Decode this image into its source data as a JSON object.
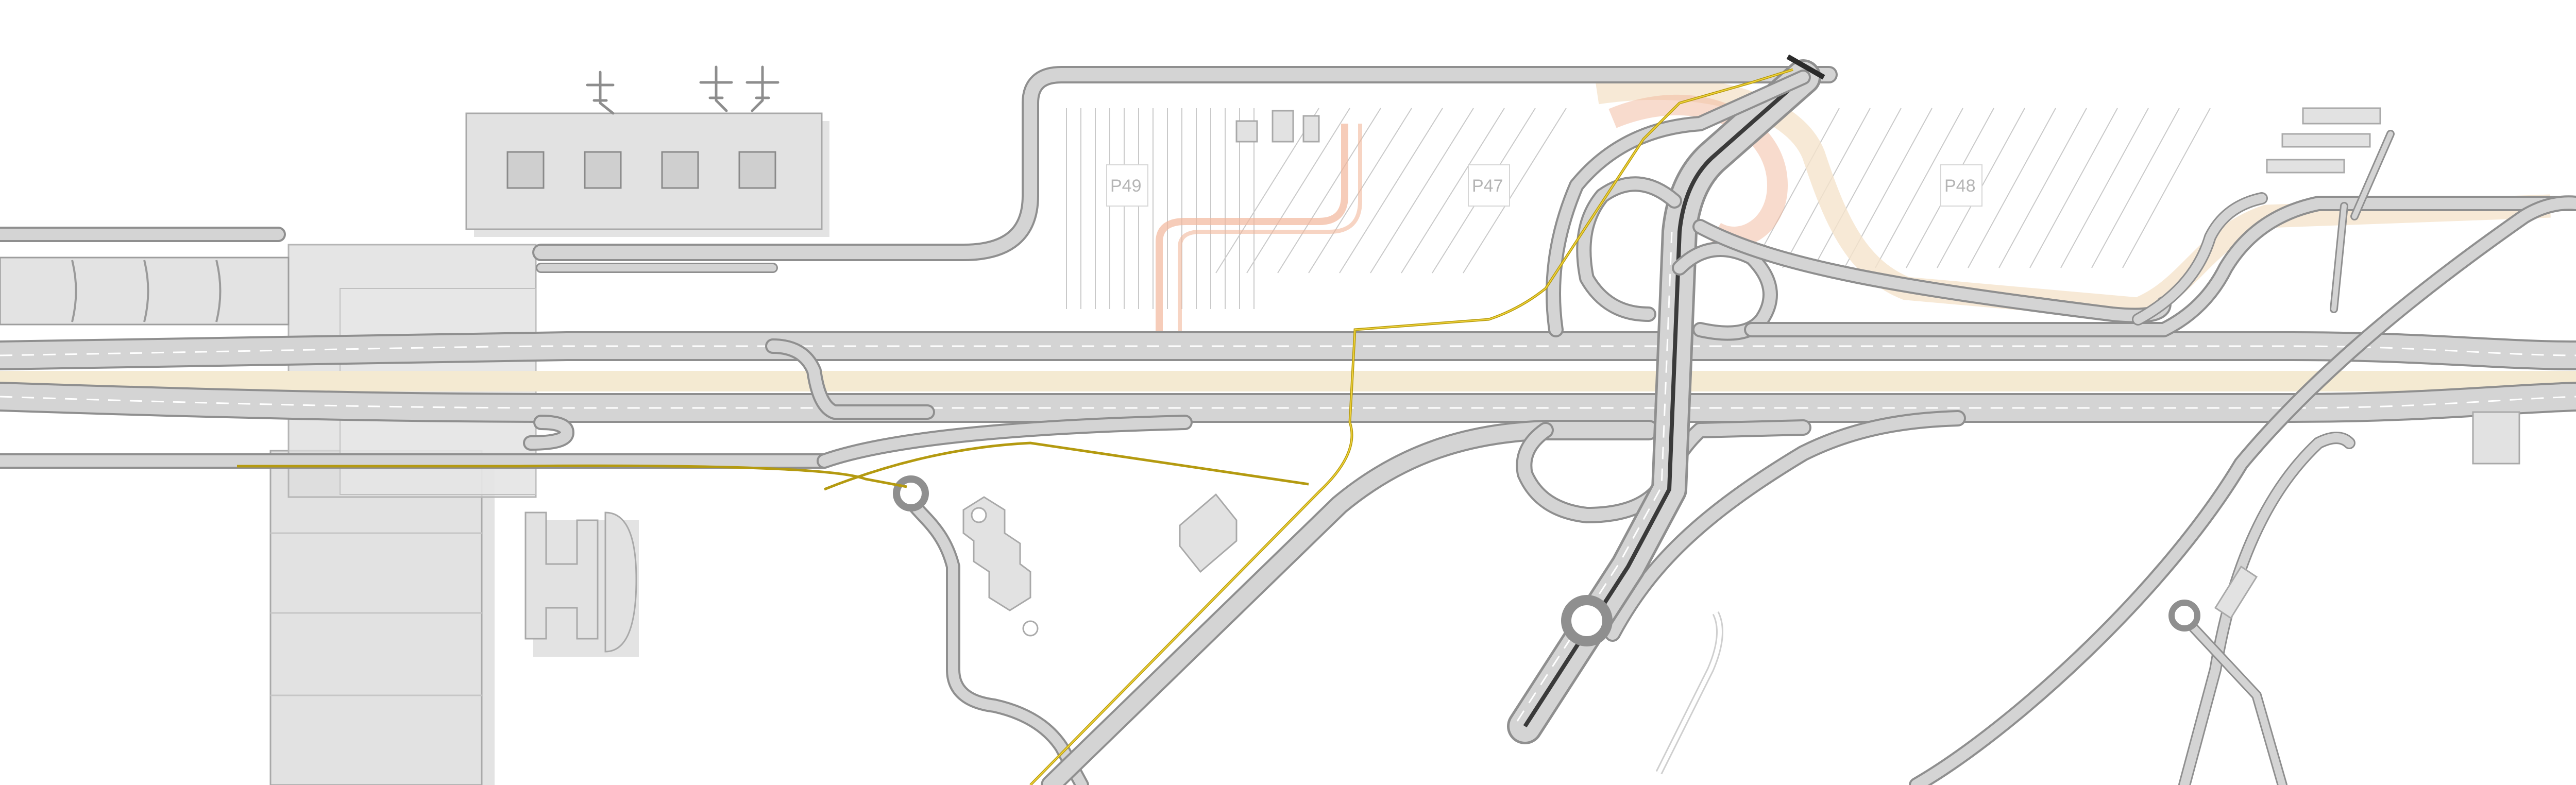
{
  "map": {
    "colors": {
      "road": "#d4d4d4",
      "road_edge": "#8f8f8f",
      "lane_mark": "#ffffff",
      "median": "#f4ead2",
      "building": "#e2e2e2",
      "pedestrian_path": "#b49a10",
      "orange_path": "#f2b79b",
      "background": "#ffffff"
    },
    "parking": [
      {
        "label": "P49"
      },
      {
        "label": "P47"
      },
      {
        "label": "P48"
      }
    ],
    "icons": [
      "airplane-icon",
      "airplane-icon",
      "airplane-icon"
    ]
  }
}
